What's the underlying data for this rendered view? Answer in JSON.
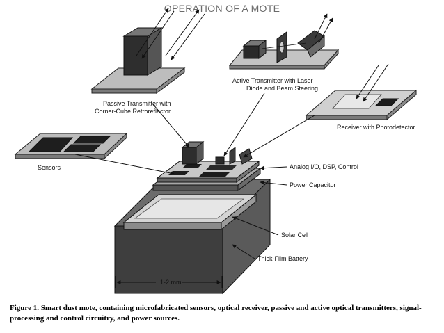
{
  "header": {
    "title": "OPERATION OF A MOTE"
  },
  "components": {
    "passive_transmitter": {
      "line1": "Passive Transmitter with",
      "line2": "Corner-Cube Retroreflector"
    },
    "active_transmitter": {
      "line1": "Active Transmitter with Laser",
      "line2": "Diode and Beam Steering"
    },
    "receiver": {
      "label": "Receiver with Photodetector"
    },
    "sensors": {
      "label": "Sensors"
    },
    "analog_io": {
      "label": "Analog I/O, DSP, Control"
    },
    "power_capacitor": {
      "label": "Power Capacitor"
    },
    "solar_cell": {
      "label": "Solar Cell"
    },
    "battery": {
      "label": "Thick-Film Battery"
    },
    "dimension": {
      "label": "1-2 mm"
    }
  },
  "caption": {
    "figure": "Figure 1.",
    "text": "Smart dust mote, containing microfabricated sensors, optical receiver, passive and active optical transmitters, signal-processing and control circuitry, and power sources."
  }
}
